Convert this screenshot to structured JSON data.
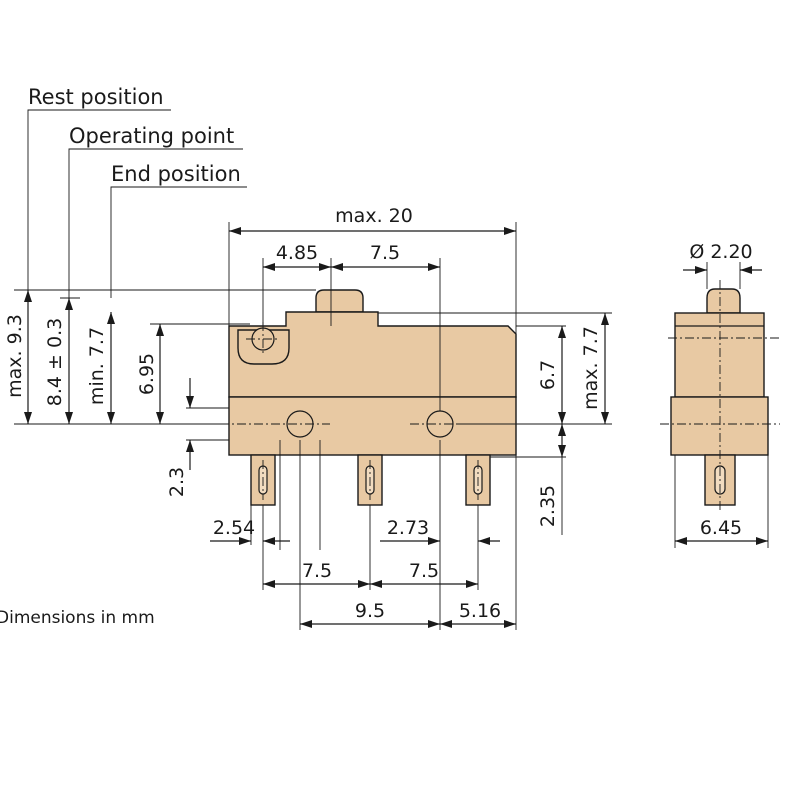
{
  "labels": {
    "rest_position": "Rest position",
    "operating_point": "Operating point",
    "end_position": "End position"
  },
  "note": "Dimensions in mm",
  "dimensions": {
    "max_20": "max. 20",
    "d_4_85": "4.85",
    "d_7_5_top": "7.5",
    "max_9_3": "max. 9.3",
    "d_8_4_tol": "8.4 ± 0.3",
    "min_7_7": "min. 7.7",
    "d_6_95": "6.95",
    "d_2_3": "2.3",
    "d_6_7": "6.7",
    "max_7_7": "max. 7.7",
    "d_2_35": "2.35",
    "d_2_54": "2.54",
    "d_2_73": "2.73",
    "d_7_5_a": "7.5",
    "d_7_5_b": "7.5",
    "d_9_5": "9.5",
    "d_5_16": "5.16",
    "dia_2_20": "Ø 2.20",
    "d_6_45": "6.45"
  },
  "colors": {
    "body_fill": "#e8c9a3",
    "line": "#1a1a1a"
  }
}
